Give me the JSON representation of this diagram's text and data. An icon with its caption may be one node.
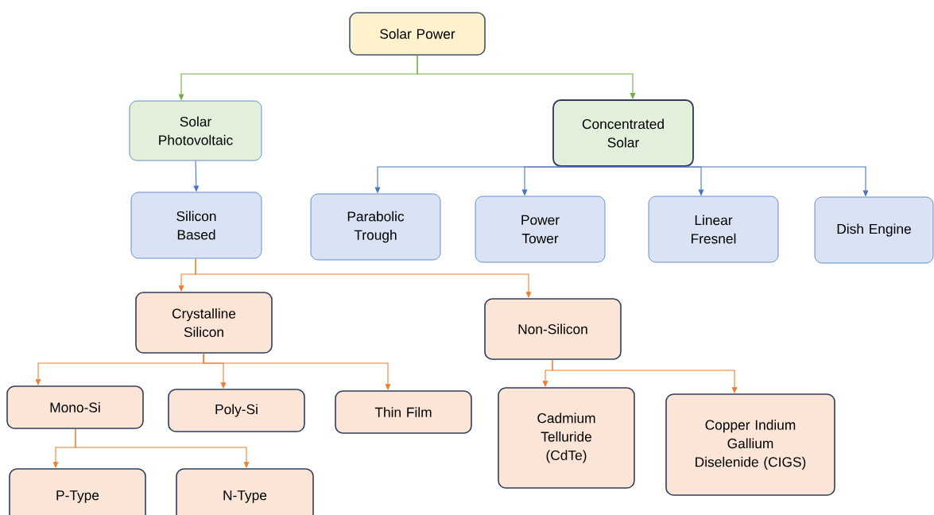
{
  "diagram": {
    "nodes": [
      {
        "text": [
          "Solar Power"
        ]
      },
      {
        "text": [
          "Solar Photovoltaic"
        ]
      },
      {
        "text": [
          "Concentrated Solar"
        ]
      },
      {
        "text": [
          "Silicon Based"
        ]
      },
      {
        "text": [
          "Parabolic Trough"
        ]
      },
      {
        "text": [
          "Power Tower"
        ]
      },
      {
        "text": [
          "Linear Fresnel"
        ]
      },
      {
        "text": [
          "Dish Engine"
        ]
      },
      {
        "text": [
          "Crystalline Silicon"
        ]
      },
      {
        "text": [
          "Non-Silicon"
        ]
      },
      {
        "text": [
          "Mono-Si"
        ]
      },
      {
        "text": [
          "Poly-Si"
        ]
      },
      {
        "text": [
          "Thin Film"
        ]
      },
      {
        "text": [
          "Cadmium Telluride (CdTe)"
        ]
      },
      {
        "text": [
          "Copper Indium Gallium Diselenide (CIGS)"
        ]
      },
      {
        "text": [
          "P-Type"
        ]
      },
      {
        "text": [
          "N-Type"
        ]
      }
    ],
    "edges": [
      {
        "from": 0,
        "to": 1,
        "arrow": "to",
        "color": "#70ad47"
      },
      {
        "from": 0,
        "to": 2,
        "arrow": "to",
        "color": "#70ad47"
      },
      {
        "from": 1,
        "to": 3,
        "arrow": "to",
        "color": "#4472c4"
      },
      {
        "from": 2,
        "to": 4,
        "arrow": "to",
        "color": "#4472c4"
      },
      {
        "from": 2,
        "to": 5,
        "arrow": "to",
        "color": "#4472c4"
      },
      {
        "from": 2,
        "to": 6,
        "arrow": "to",
        "color": "#4472c4"
      },
      {
        "from": 2,
        "to": 7,
        "arrow": "to",
        "color": "#4472c4"
      },
      {
        "from": 3,
        "to": 8,
        "arrow": "to"
      },
      {
        "from": 3,
        "to": 9,
        "arrow": "to"
      },
      {
        "from": 8,
        "to": 10,
        "arrow": "to"
      },
      {
        "from": 8,
        "to": 11,
        "arrow": "to"
      },
      {
        "from": 8,
        "to": 12,
        "arrow": "to"
      },
      {
        "from": 9,
        "to": 13,
        "arrow": "to"
      },
      {
        "from": 9,
        "to": 14,
        "arrow": "to"
      },
      {
        "from": 10,
        "to": 15,
        "arrow": "to"
      },
      {
        "from": 10,
        "to": 16,
        "arrow": "to"
      }
    ]
  }
}
